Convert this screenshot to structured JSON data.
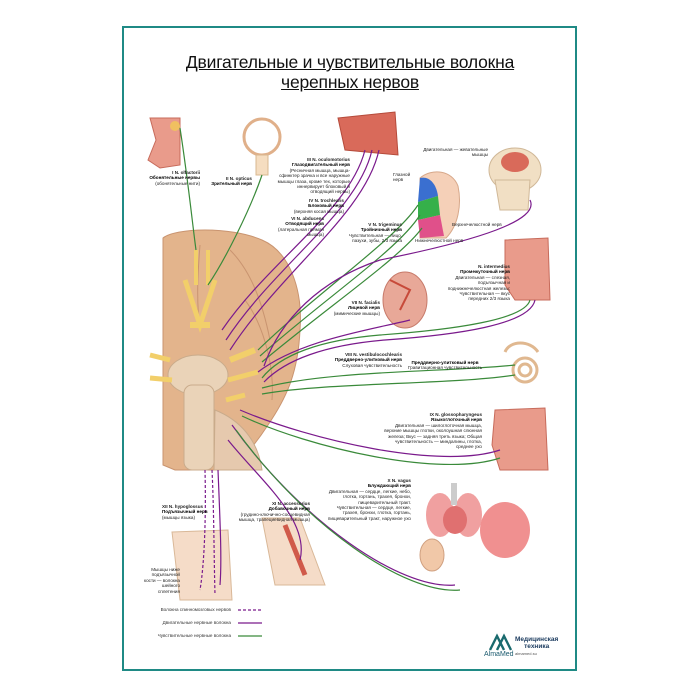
{
  "title": {
    "line1": "Двигательные и чувствительные волокна",
    "line2": "черепных нервов"
  },
  "colors": {
    "frame": "#1f8a85",
    "motor": "#7a1a8c",
    "sensory": "#3a8a3a",
    "spinal": "#7a1a8c",
    "brain": "#e0b08a",
    "nerve_yellow": "#f2cf6a",
    "muscle": "#d9534f"
  },
  "nerves": {
    "n1": {
      "num": "I N. olfactorii",
      "name": "Обонятельные нервы",
      "desc": "(обонятельные нити)"
    },
    "n2": {
      "num": "II N. opticus",
      "name": "Зрительный нерв",
      "desc": ""
    },
    "n3": {
      "num": "III N. oculomotorius",
      "name": "Глазодвигательный нерв",
      "desc": "(Ресничная мышца, мышца-сфинктер зрачка и все наружные мышцы глаза, кроме тех, которые иннервирует блоковый и отводящий нервы)"
    },
    "n4": {
      "num": "IV N. trochlearis",
      "name": "Блоковый нерв",
      "desc": "(верхняя косая мышца)"
    },
    "n6": {
      "num": "VI N. abducens",
      "name": "Отводящий нерв",
      "desc": "(латеральная прямая мышца)"
    },
    "n5": {
      "num": "V N. trigeminus",
      "name": "Тройничный нерв",
      "desc": "Чувствительная — лицо, пазухи, зубы, 2/3 языка"
    },
    "n5_branches": {
      "eye": "Глазной нерв",
      "maxillary": "Верхнечелюстной нерв",
      "mandibular": "Нижнечелюстной нерв",
      "motor": "Двигательная — жевательные мышцы"
    },
    "n7": {
      "num": "VII N. facialis",
      "name": "Лицевой нерв",
      "desc": "(мимические мышцы)"
    },
    "n7i": {
      "num": "N. intermedius",
      "name": "Промежуточный нерв",
      "desc": "Двигательная — слезная, подъязычная и поднижнечелюстная железы; Чувствительная — вкус передних 2/3 языка"
    },
    "n8": {
      "num": "VIII N. vestibulocochlearis",
      "name": "Преддверно-улитковый нерв",
      "desc": "Слуховая чувствительность"
    },
    "n8b": {
      "name": "Преддверно-улитковый нерв",
      "desc": "Гравитационная чувствительность"
    },
    "n9": {
      "num": "IX N. glossopharyngeus",
      "name": "Языкоглоточный нерв",
      "desc": "Двигательная — шилоглоточная мышца, верхние мышцы глотки, околоушная слюнная железа; Вкус — задняя треть языка; Общая чувствительность — миндалины, глотка, среднее ухо"
    },
    "n10": {
      "num": "X N. vagus",
      "name": "Блуждающий нерв",
      "desc": "Двигательная — сердце, легкие, небо, глотка, гортань, трахея, бронхи, пищеварительный тракт. Чувствительная — сердце, легкие, трахея, бронхи, глотка, гортань, пищеварительный тракт, наружное ухо"
    },
    "n11": {
      "num": "XI N. accessorius",
      "name": "Добавочный нерв",
      "desc": "(грудино-ключично-сосцевидная мышца, трапециевидная мышца)"
    },
    "n12": {
      "num": "XII N. hypoglossus",
      "name": "Подъязычный нерв",
      "desc": "(мышцы языка)"
    },
    "neck_note": "Мышцы ниже подъязычной кости — волокна шейного сплетения"
  },
  "legend": [
    {
      "label": "Волокна спинномозговых нервов",
      "style": "dashed"
    },
    {
      "label": "Двигательные нервные волокна",
      "style": "motor"
    },
    {
      "label": "Чувствительные нервные волокна",
      "style": "sensory"
    }
  ],
  "logo": {
    "brand": "AlmaMed",
    "line1": "Медицинская",
    "line2": "техника",
    "site": "almamed.su"
  }
}
